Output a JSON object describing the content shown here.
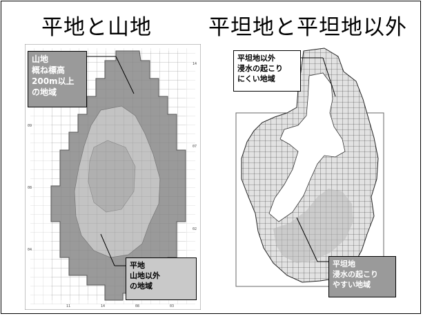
{
  "titles": {
    "left": "平地と山地",
    "right": "平坦地と平坦地以外"
  },
  "callouts": {
    "mountain": [
      "山地",
      "概ね標高",
      "200m以上",
      "の地域"
    ],
    "flat": [
      "平地",
      "山地以外",
      "の地域"
    ],
    "non_flat": [
      "平坦地以外",
      "浸水の起こり",
      "にくい地域"
    ],
    "flat_flood": [
      "平坦地",
      "浸水の起こり",
      "やすい地域"
    ]
  },
  "colors": {
    "mountain_fill": "#9a9a9a",
    "lowland_fill": "#c3c3c3",
    "grid": "#555555",
    "border": "#000000"
  }
}
